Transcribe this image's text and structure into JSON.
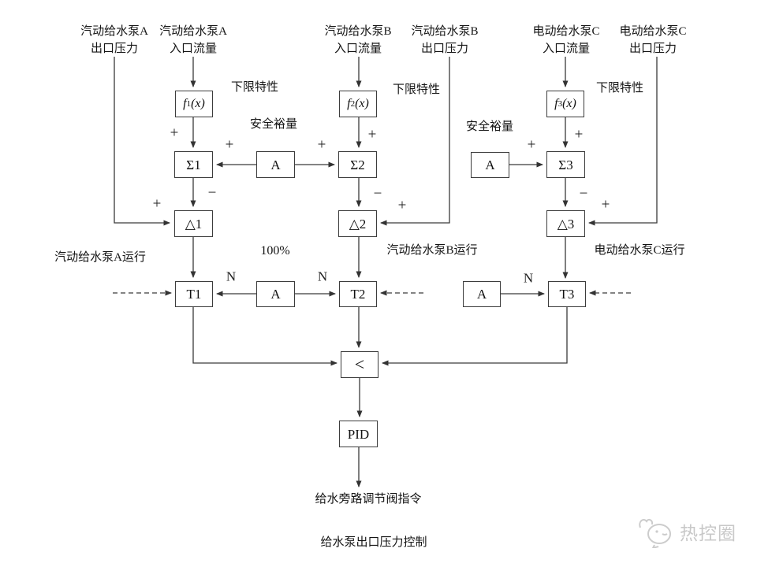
{
  "headers": {
    "a_out": {
      "line1": "汽动给水泵A",
      "line2": "出口压力"
    },
    "a_in": {
      "line1": "汽动给水泵A",
      "line2": "入口流量"
    },
    "b_in": {
      "line1": "汽动给水泵B",
      "line2": "入口流量"
    },
    "b_out": {
      "line1": "汽动给水泵B",
      "line2": "出口压力"
    },
    "c_in": {
      "line1": "电动给水泵C",
      "line2": "入口流量"
    },
    "c_out": {
      "line1": "电动给水泵C",
      "line2": "出口压力"
    }
  },
  "labels": {
    "lower_limit": "下限特性",
    "safety_margin": "安全裕量",
    "pump_a_run": "汽动给水泵A运行",
    "pump_b_run": "汽动给水泵B运行",
    "pump_c_run": "电动给水泵C运行",
    "percent100": "100%",
    "output_command": "给水旁路调节阀指令",
    "diagram_title": "给水泵出口压力控制",
    "watermark": "热控圈"
  },
  "symbols": {
    "plus": "+",
    "minus": "−",
    "n": "N"
  },
  "blocks": {
    "f1": {
      "prefix": "f",
      "sub": "1",
      "suffix": "(x)"
    },
    "f2": {
      "prefix": "f",
      "sub": "2",
      "suffix": "(x)"
    },
    "f3": {
      "prefix": "f",
      "sub": "3",
      "suffix": "(x)"
    },
    "sum1": "Σ1",
    "sum2": "Σ2",
    "sum3": "Σ3",
    "delta1": "△1",
    "delta2": "△2",
    "delta3": "△3",
    "t1": "T1",
    "t2": "T2",
    "t3": "T3",
    "a": "A",
    "min": "<",
    "pid": "PID"
  }
}
